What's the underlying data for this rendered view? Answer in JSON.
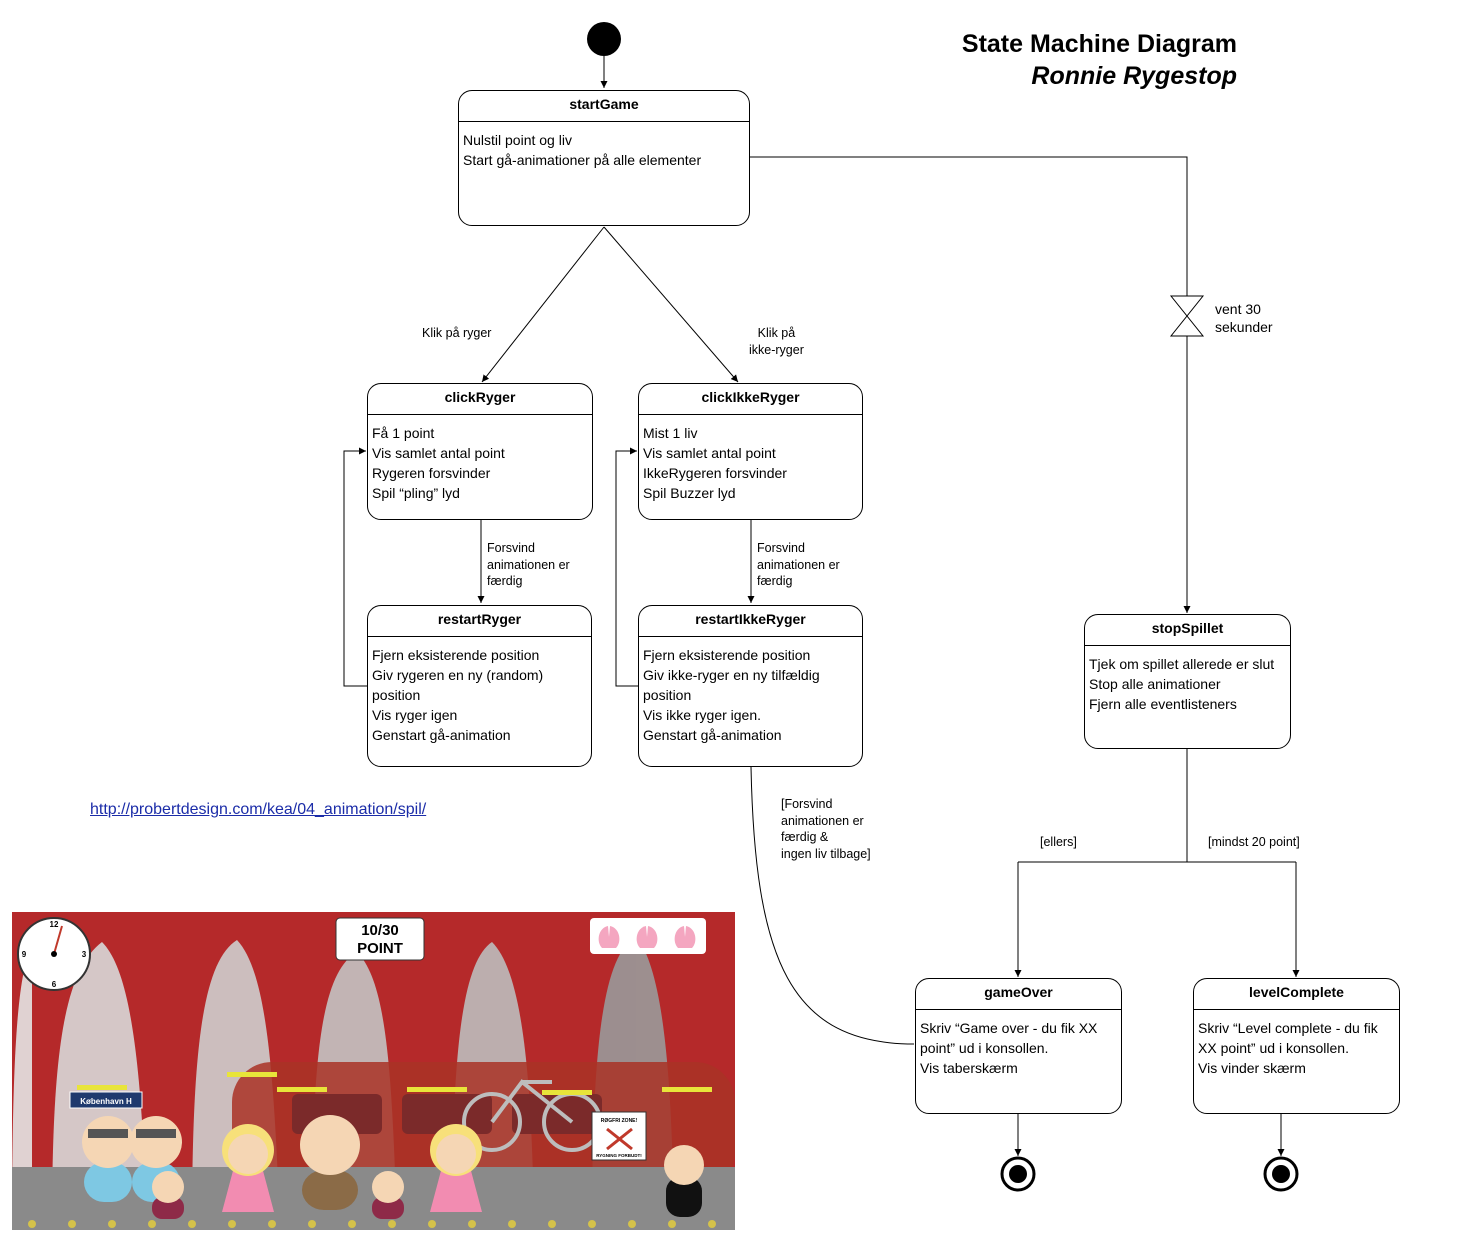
{
  "title": {
    "line1": "State Machine Diagram",
    "line2": "Ronnie Rygestop"
  },
  "states": {
    "startGame": {
      "name": "startGame",
      "lines": [
        "Nulstil point og liv",
        "Start gå-animationer på alle elementer"
      ]
    },
    "clickRyger": {
      "name": "clickRyger",
      "lines": [
        "Få 1 point",
        "Vis samlet antal point",
        "Rygeren forsvinder",
        "Spil “pling” lyd"
      ]
    },
    "clickIkkeRyger": {
      "name": "clickIkkeRyger",
      "lines": [
        "Mist 1 liv",
        "Vis samlet antal point",
        "IkkeRygeren forsvinder",
        "Spil Buzzer lyd"
      ]
    },
    "restartRyger": {
      "name": "restartRyger",
      "lines": [
        "Fjern eksisterende position",
        "Giv rygeren  en ny (random)",
        "position",
        "Vis ryger igen",
        "Genstart gå-animation"
      ]
    },
    "restartIkkeRyger": {
      "name": "restartIkkeRyger",
      "lines": [
        "Fjern eksisterende position",
        "Giv ikke-ryger en ny tilfældig",
        "position",
        "Vis ikke ryger igen.",
        "Genstart gå-animation"
      ]
    },
    "stopSpillet": {
      "name": "stopSpillet",
      "lines": [
        "Tjek om spillet allerede er slut",
        "Stop alle animationer",
        "Fjern alle eventlisteners"
      ]
    },
    "gameOver": {
      "name": "gameOver",
      "lines": [
        "Skriv “Game over - du fik XX",
        "point” ud i konsollen.",
        "Vis taberskærm"
      ]
    },
    "levelComplete": {
      "name": "levelComplete",
      "lines": [
        "Skriv “Level complete - du fik",
        "XX point” ud i konsollen.",
        "Vis vinder skærm"
      ]
    }
  },
  "transitions": {
    "klik_ryger": [
      "Klik på ryger"
    ],
    "klik_ikke_ryger": [
      "Klik på",
      "ikke-ryger"
    ],
    "timer": [
      "vent 30",
      "sekunder"
    ],
    "forsvind_1": [
      "Forsvind",
      "animationen er",
      "færdig"
    ],
    "forsvind_2": [
      "Forsvind",
      "animationen er",
      "færdig"
    ],
    "forsvind_liv": [
      "[Forsvind",
      "animationen er",
      "færdig &",
      "ingen liv tilbage]"
    ],
    "ellers": [
      "[ellers]"
    ],
    "mindst": [
      "[mindst 20 point]"
    ]
  },
  "link": "http://probertdesign.com/kea/04_animation/spil/",
  "game": {
    "score_value": "10/30",
    "score_label": "POINT",
    "station_sign": "København H",
    "no_smoking_title": "RØGFRI ZONE!",
    "no_smoking_text": "RYGNING FORBUDT!",
    "clock_numbers": [
      "12",
      "3",
      "6",
      "9"
    ],
    "lives": 3,
    "colors": {
      "wall": "#b5292a",
      "floor": "#8a8a8a",
      "train": "#c0392b"
    }
  }
}
